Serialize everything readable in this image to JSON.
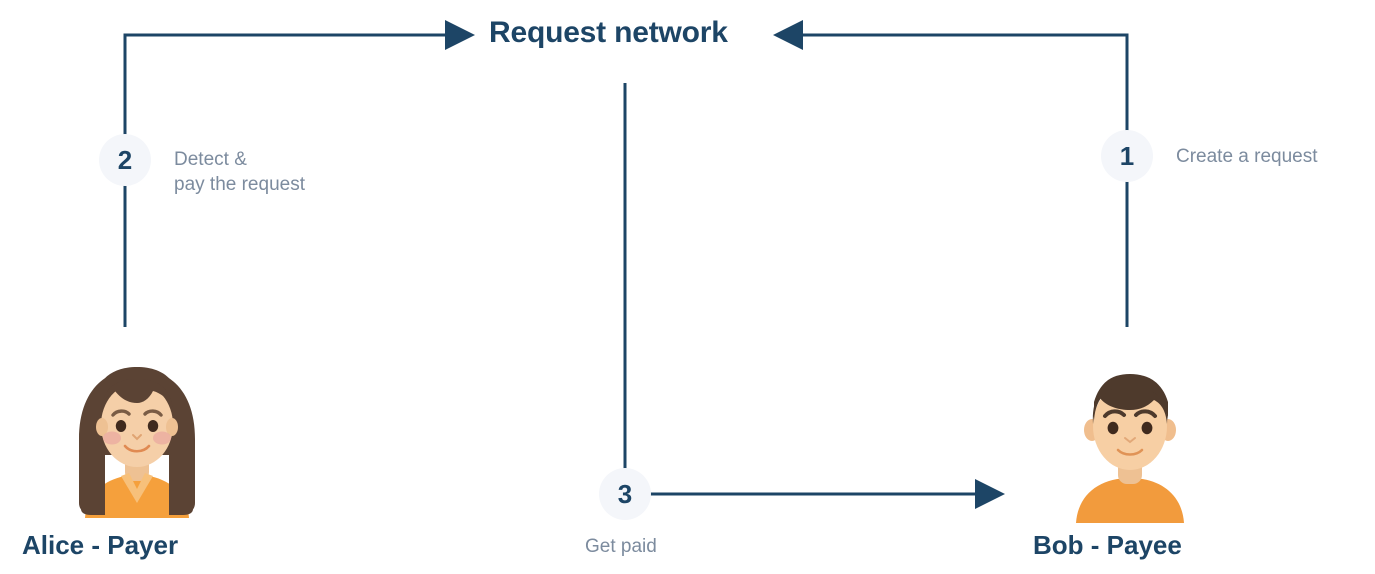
{
  "diagram": {
    "title": "Request network",
    "title_color": "#1d4566",
    "line_color": "#1d4566",
    "label_color": "#7c8b9e",
    "badge_bg": "#f4f6fa",
    "background": "#ffffff"
  },
  "steps": [
    {
      "number": "1",
      "label": "Create a request",
      "side": "right"
    },
    {
      "number": "2",
      "label": "Detect &\npay the request",
      "side": "left"
    },
    {
      "number": "3",
      "label": "Get paid",
      "side": "bottom"
    }
  ],
  "actors": [
    {
      "name": "Alice - Payer",
      "role": "Payer",
      "avatar_icon": "woman-avatar-icon",
      "hair_color": "#5b4334",
      "skin_color": "#f5cfa8",
      "shirt_color": "#f5a councils",
      "shirt": "#f5a03c",
      "blush_color": "#eaa9a0"
    },
    {
      "name": "Bob - Payee",
      "role": "Payee",
      "avatar_icon": "man-avatar-icon",
      "hair_color": "#4e3a2c",
      "skin_color": "#f7cfa4",
      "shirt": "#f29b3d"
    }
  ],
  "connectors": [
    {
      "id": "alice-to-network",
      "from": "Alice - Payer",
      "to": "Request network",
      "direction": "up-right"
    },
    {
      "id": "bob-to-network",
      "from": "Bob - Payee",
      "to": "Request network",
      "direction": "up-left"
    },
    {
      "id": "network-to-bob",
      "from": "Request network",
      "to": "Bob - Payee",
      "direction": "down-right"
    }
  ]
}
